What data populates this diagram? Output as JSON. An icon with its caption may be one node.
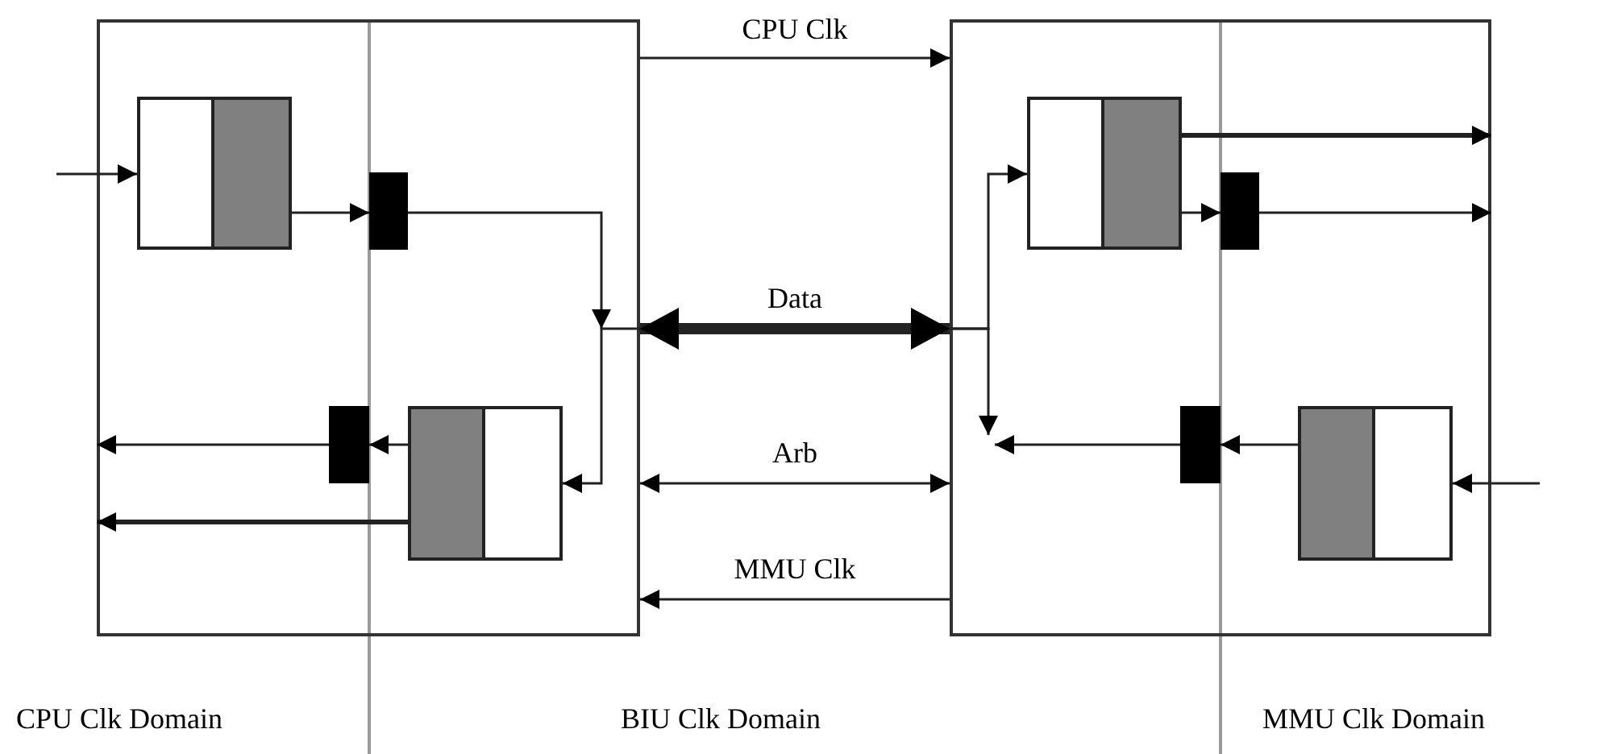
{
  "diagram": {
    "nodes": [
      {
        "text": [],
        "shape": "box"
      },
      {
        "text": [],
        "shape": "box",
        "in": 0
      },
      {
        "text": [],
        "shape": "bar",
        "in": 0
      },
      {
        "text": [],
        "shape": "bar",
        "in": 0
      },
      {
        "text": [],
        "shape": "box",
        "in": 0
      },
      {
        "text": [],
        "shape": "box"
      },
      {
        "text": [],
        "shape": "box",
        "in": 5
      },
      {
        "text": [],
        "shape": "bar",
        "in": 5
      },
      {
        "text": [],
        "shape": "bar",
        "in": 5
      },
      {
        "text": [],
        "shape": "box",
        "in": 5
      }
    ],
    "edges": [
      {
        "from": null,
        "to": 1,
        "arrow": "to"
      },
      {
        "from": 1,
        "to": 2,
        "arrow": "to"
      },
      {
        "from": 2,
        "to": null,
        "arrow": "to"
      },
      {
        "from": 0,
        "to": 4,
        "arrow": "to"
      },
      {
        "from": 4,
        "to": 3,
        "arrow": "to"
      },
      {
        "from": 3,
        "to": null,
        "arrow": "to"
      },
      {
        "from": 4,
        "to": null,
        "arrow": "to",
        "style": "thick"
      },
      {
        "from": 0,
        "to": 5,
        "arrow": "to",
        "label": "CPU Clk"
      },
      {
        "from": 0,
        "to": 5,
        "arrow": "both",
        "label": "Data",
        "style": "thick"
      },
      {
        "from": 0,
        "to": 5,
        "arrow": "both",
        "label": "Arb"
      },
      {
        "from": 5,
        "to": 0,
        "arrow": "to",
        "label": "MMU Clk"
      },
      {
        "from": 5,
        "to": 6,
        "arrow": "to"
      },
      {
        "from": 5,
        "to": null,
        "arrow": "to"
      },
      {
        "from": 6,
        "to": null,
        "arrow": "to",
        "style": "thick"
      },
      {
        "from": 6,
        "to": 7,
        "arrow": "to"
      },
      {
        "from": 7,
        "to": null,
        "arrow": "to"
      },
      {
        "from": 9,
        "to": 8,
        "arrow": "to"
      },
      {
        "from": 8,
        "to": null,
        "arrow": "to"
      },
      {
        "from": null,
        "to": 9,
        "arrow": "to"
      }
    ],
    "labels": [
      "CPU Clk Domain",
      "BIU Clk Domain",
      "MMU Clk Domain"
    ]
  }
}
